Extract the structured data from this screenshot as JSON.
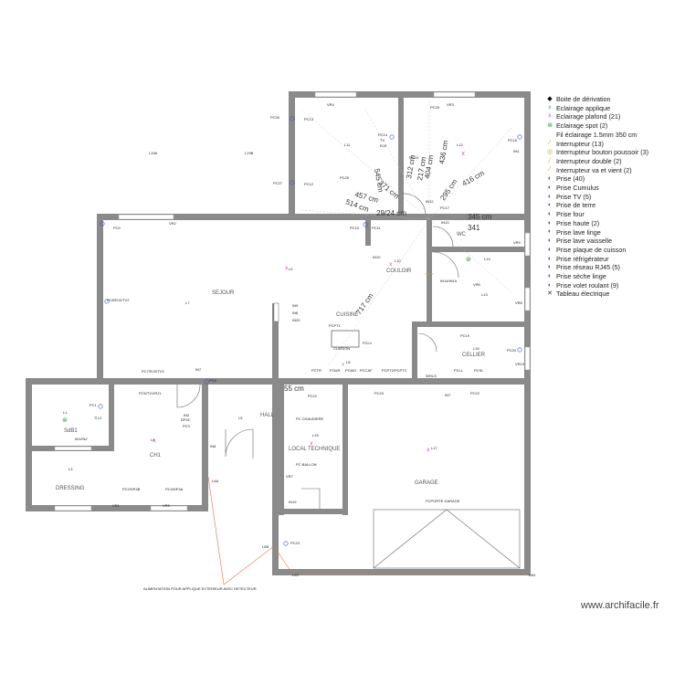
{
  "legend": [
    {
      "icon": "derivation-box-icon",
      "color": "#000000",
      "glyph": "◆",
      "label": "Boite de dérivation"
    },
    {
      "icon": "wall-light-icon",
      "color": "#2e9e3c",
      "glyph": "☓",
      "label": "Eclairage applique"
    },
    {
      "icon": "ceiling-light-icon",
      "color": "#c43ab8",
      "glyph": "☓",
      "label": "Eclairage plafond (21)"
    },
    {
      "icon": "spot-light-icon",
      "color": "#2e9e3c",
      "glyph": "⊛",
      "label": "Eclairage spot (2)"
    },
    {
      "icon": "wire-icon",
      "color": "#ffffff",
      "glyph": "",
      "label": "Fil éclairage 1.5mm 350 cm"
    },
    {
      "icon": "switch-icon",
      "color": "#c9a227",
      "glyph": "⁄",
      "label": "Interrupteur (13)"
    },
    {
      "icon": "push-switch-icon",
      "color": "#c9a227",
      "glyph": "◎",
      "label": "Interrupteur bouton poussoir (3)"
    },
    {
      "icon": "double-switch-icon",
      "color": "#c9a227",
      "glyph": "⁄",
      "label": "Interrupteur double (2)"
    },
    {
      "icon": "two-way-switch-icon",
      "color": "#c9a227",
      "glyph": "⁄",
      "label": "Interrupteur va et vient (2)"
    },
    {
      "icon": "outlet-icon",
      "color": "#3355aa",
      "glyph": "◐",
      "label": "Prise (40)"
    },
    {
      "icon": "water-heater-outlet-icon",
      "color": "#3355aa",
      "glyph": "◐",
      "label": "Prise Cumulus"
    },
    {
      "icon": "tv-outlet-icon",
      "color": "#3355aa",
      "glyph": "◐",
      "label": "Prise TV (5)"
    },
    {
      "icon": "ground-outlet-icon",
      "color": "#3355aa",
      "glyph": "◐",
      "label": "Prise de terre"
    },
    {
      "icon": "oven-outlet-icon",
      "color": "#3355aa",
      "glyph": "◐",
      "label": "Prise four"
    },
    {
      "icon": "high-outlet-icon",
      "color": "#3355aa",
      "glyph": "◐",
      "label": "Prise haute (2)"
    },
    {
      "icon": "washer-outlet-icon",
      "color": "#3355aa",
      "glyph": "◐",
      "label": "Prise lave linge"
    },
    {
      "icon": "dishwasher-outlet-icon",
      "color": "#3355aa",
      "glyph": "◐",
      "label": "Prise lave vaisselle"
    },
    {
      "icon": "cooktop-outlet-icon",
      "color": "#3355aa",
      "glyph": "◐",
      "label": "Prise plaque de cuisson"
    },
    {
      "icon": "fridge-outlet-icon",
      "color": "#3355aa",
      "glyph": "◐",
      "label": "Prise réfrigérateur"
    },
    {
      "icon": "network-outlet-icon",
      "color": "#3355aa",
      "glyph": "◐",
      "label": "Prise réseau RJ45 (5)"
    },
    {
      "icon": "dryer-outlet-icon",
      "color": "#3355aa",
      "glyph": "◐",
      "label": "Prise sèche linge"
    },
    {
      "icon": "shutter-outlet-icon",
      "color": "#3355aa",
      "glyph": "◐",
      "label": "Prise volet roulant (9)"
    },
    {
      "icon": "electrical-panel-icon",
      "color": "#333333",
      "glyph": "✕",
      "label": "Tableau électrique"
    }
  ],
  "rooms": {
    "sejour": "SEJOUR",
    "cuisine": "CUISINE",
    "couloir": "COULOIR",
    "wc": "WC",
    "cellier": "CELLIER",
    "hall": "HALL",
    "local_technique": "LOCAL TECHNIQUE",
    "garage": "GARAGE",
    "sdb1": "SdB1",
    "ch1": "CH1",
    "dressing": "DRESSING"
  },
  "dimensions": {
    "d1": "345 cm",
    "d2": "404 cm",
    "d3": "436 cm",
    "d4": "416 cm",
    "d5": "371 cm",
    "d6": "457 cm",
    "d7": "514 cm",
    "d8": "295 cm",
    "d9": "312 cm",
    "d10": "217 cm",
    "d11": "545 cm",
    "d12": "717 cm",
    "d13": "55 cm",
    "d14": "29/24 cm",
    "d15": "341"
  },
  "tags": {
    "pc30": "PC30",
    "pc13": "PC13",
    "vr4": "VR4",
    "vr3": "VR3",
    "pc25": "PC25",
    "l19a": "L19A",
    "l19b": "L19B",
    "l11": "L11",
    "l12": "L12",
    "pc14": "PC14",
    "pc15": "PC15",
    "pc16": "PC16",
    "pc26": "PC26",
    "pc27": "PC27",
    "pc12": "PC12",
    "pc17": "PC17",
    "pc9": "PC9",
    "vr2": "VR2",
    "pc10": "PC10",
    "pc11": "PC11",
    "in12": "IN12",
    "in13": "IN13",
    "vr9": "VR9",
    "in10": "IN10",
    "l10": "L10",
    "l9": "L9",
    "pc8rj": "PC8/RJ2/TV2",
    "l7": "L7",
    "in9": "IN9",
    "in8": "IN8",
    "in20": "IN20",
    "pcpt1": "PCPT1",
    "pclv": "PCLV",
    "cuisson": "CUISSON",
    "l8": "L8",
    "pctr": "PCTR",
    "four": "FOUR",
    "pcmo": "PCMO",
    "pccaf": "PCCAF",
    "pcpt2": "PCPT2/PCPT3",
    "pc19": "PC19",
    "pc20": "PC20",
    "vr8": "VR8",
    "l16": "L16",
    "vr10": "VR10",
    "whlg": "WHLG",
    "pcll": "PCLL",
    "pcsl": "PCSL",
    "pc21": "PC21",
    "pc22": "PC22",
    "in7_top": "IN7",
    "in7": "IN7",
    "in14": "IN14/IN15",
    "l14": "L14",
    "l13": "L13",
    "pc7": "PC7/RJ3/TV3",
    "pc6": "PC6",
    "pc5rj": "PC5/TV1/RJ1",
    "in2": "IN2",
    "dpac": "DP4C",
    "pc3": "PC3",
    "pc1": "PC1",
    "l1": "L1",
    "l2": "L2",
    "in1": "IN1/IN2",
    "l4": "L4",
    "in6": "IN6",
    "l5": "L5",
    "l3": "L3",
    "pc2dp": "PC2/DP4B",
    "pc4dp": "PC4/DP4A",
    "vr1": "VR1",
    "vr5": "VR5",
    "pc_chaudiere": "PC CHAUDIERE",
    "l15": "L15",
    "pc_ballon": "PC BALLON",
    "vr7": "VR7",
    "l6a": "L6A",
    "in19": "IN19",
    "pc23": "PC23",
    "l6b": "L6B",
    "l6c": "L6C",
    "l6d": "L6D",
    "l17": "L17",
    "pcporte": "PCPORTE GARAGE",
    "tv": "TV",
    "rj": "RJ4",
    "in4": "IN4",
    "pc24": "PC24",
    "vr6": "VR6"
  },
  "alimentation_note": "ALIMENTATION POUR APPLIQUE EXTERIEUR AVEC DETECTEUR",
  "brand": "www.archifacile.fr"
}
